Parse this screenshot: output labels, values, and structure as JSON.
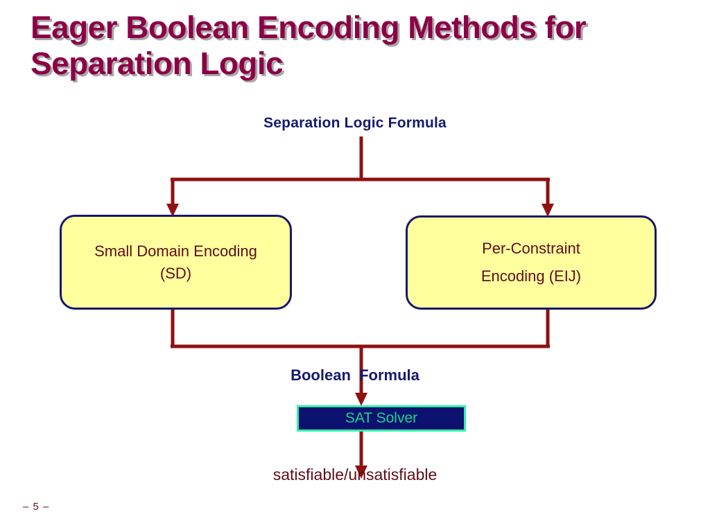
{
  "slide": {
    "title": "Eager Boolean Encoding Methods for\nSeparation Logic",
    "page_number": "– 5 –",
    "title_color": "#8c0046",
    "title_shadow_color": "#a8a8a8",
    "background_color": "#ffffff"
  },
  "diagram": {
    "input_label": "Separation Logic Formula",
    "input_label_color": "#151a6e",
    "intermediate_label": "Boolean  Formula",
    "intermediate_label_color": "#151a6e",
    "output_label": "satisfiable/unsatisfiable",
    "output_label_color": "#5e0d18",
    "connector_color": "#8f1111",
    "encoding_boxes": [
      {
        "id": "sd",
        "text": "Small Domain Encoding\n(SD)",
        "fill": "#ffff9e",
        "border": "#16186b",
        "text_color": "#5e0d18"
      },
      {
        "id": "eij",
        "text": "Per-Constraint\nEncoding (EIJ)",
        "fill": "#ffff9e",
        "border": "#16186b",
        "text_color": "#5e0d18"
      }
    ],
    "solver_box": {
      "label": "SAT Solver",
      "fill": "#0d1170",
      "border": "#2ff0a8",
      "text_color": "#19d68c"
    }
  }
}
